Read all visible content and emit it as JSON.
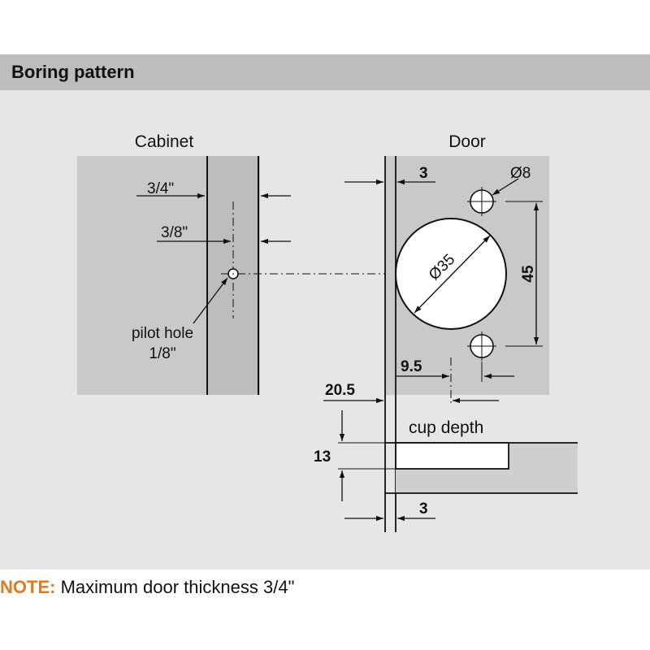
{
  "header": {
    "title": "Boring pattern"
  },
  "labels": {
    "cabinet": "Cabinet",
    "door": "Door",
    "dim_cab_3_4": "3/4\"",
    "dim_cab_3_8": "3/8\"",
    "pilot_hole_line1": "pilot hole",
    "pilot_hole_line2": "1/8\"",
    "dim_top_3": "3",
    "dim_d8": "Ø8",
    "dim_d35": "Ø35",
    "dim_45": "45",
    "dim_9_5": "9.5",
    "dim_20_5": "20.5",
    "cup_depth": "cup depth",
    "dim_13": "13",
    "dim_bottom_3": "3"
  },
  "note": {
    "label": "NOTE:",
    "text": "Maximum door thickness 3/4\""
  },
  "colors": {
    "header_bg": "#bdbdbd",
    "panel_bg": "#e6e6e6",
    "part_bg": "#c9c9c9",
    "note_accent": "#e07a1f"
  }
}
